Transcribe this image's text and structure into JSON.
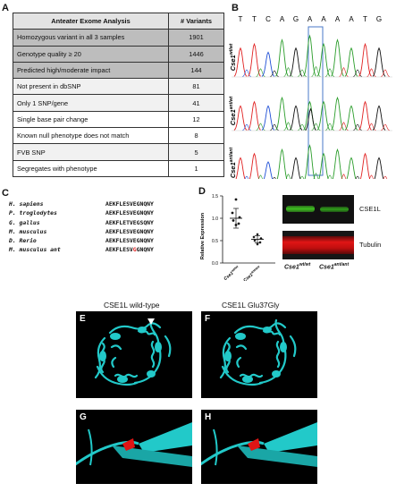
{
  "panels": {
    "a": "A",
    "b": "B",
    "c": "C",
    "d": "D",
    "e": "E",
    "f": "F",
    "g": "G",
    "h": "H"
  },
  "tableA": {
    "header": [
      "Anteater Exome Analysis",
      "# Variants"
    ],
    "rows": [
      {
        "label": "Homozygous variant in all 3 samples",
        "value": "1901"
      },
      {
        "label": "Genotype quality ≥ 20",
        "value": "1446"
      },
      {
        "label": "Predicted high/moderate impact",
        "value": "144"
      },
      {
        "label": "Not present in dbSNP",
        "value": "81"
      },
      {
        "label": "Only 1 SNP/gene",
        "value": "41"
      },
      {
        "label": "Single base pair change",
        "value": "12"
      },
      {
        "label": "Known null phenotype does not match",
        "value": "8"
      },
      {
        "label": "FVB SNP",
        "value": "5"
      },
      {
        "label": "Segregates with phenotype",
        "value": "1"
      }
    ]
  },
  "panelB": {
    "sequence": [
      "T",
      "T",
      "C",
      "A",
      "G",
      "A",
      "A",
      "A",
      "A",
      "T",
      "G"
    ],
    "genotypes": [
      {
        "base": "Cse1",
        "sup": "wt/wt"
      },
      {
        "base": "Cse1",
        "sup": "ant/wt"
      },
      {
        "base": "Cse1",
        "sup": "ant/ant"
      }
    ],
    "colors": {
      "A": "#2a9d2a",
      "C": "#1f4fd6",
      "G": "#111111",
      "T": "#e02020"
    }
  },
  "panelC": {
    "species": [
      "H. sapiens",
      "P. troglodytes",
      "G. gallus",
      "M. musculus",
      "D. Rerio",
      "M. musculus ant"
    ],
    "sequences": [
      {
        "pre": "AEKFLESVEGNQNY",
        "mut": "",
        "post": ""
      },
      {
        "pre": "AEKFLESVEGNQNY",
        "mut": "",
        "post": ""
      },
      {
        "pre": "AEKFLETVEGSQNY",
        "mut": "",
        "post": ""
      },
      {
        "pre": "AEKFLESVEGNQNY",
        "mut": "",
        "post": ""
      },
      {
        "pre": "AEKFLESVEGNQNY",
        "mut": "",
        "post": ""
      },
      {
        "pre": "AEKFLESV",
        "mut": "G",
        "post": "GNQNY"
      }
    ]
  },
  "panelD": {
    "ylabel": "Relative Expression",
    "yticks": [
      "1.5",
      "1.0",
      "0.5",
      "0.0"
    ],
    "xlabels": [
      {
        "base": "Cse1",
        "sup": "wt/wt"
      },
      {
        "base": "Cse1",
        "sup": "ant/ant"
      }
    ],
    "blot_labels": [
      "CSE1L",
      "Tubulin"
    ],
    "blot_genotypes": [
      {
        "base": "Cse1",
        "sup": "wt/wt"
      },
      {
        "base": "Cse1",
        "sup": "ant/ant"
      }
    ],
    "chart_data": {
      "type": "scatter",
      "ylabel": "Relative Expression",
      "ylim": [
        0,
        1.5
      ],
      "series": [
        {
          "category": "wt/wt",
          "values": [
            1.42,
            1.12,
            1.02,
            0.95,
            0.88,
            0.85
          ],
          "mean": 1.0,
          "sd": 0.22
        },
        {
          "category": "ant/ant",
          "values": [
            0.64,
            0.58,
            0.55,
            0.5,
            0.46,
            0.42
          ],
          "mean": 0.53,
          "sd": 0.08
        }
      ]
    }
  },
  "structure": {
    "title_wt": "CSE1L wild-type",
    "title_mut": "CSE1L Glu37Gly"
  }
}
